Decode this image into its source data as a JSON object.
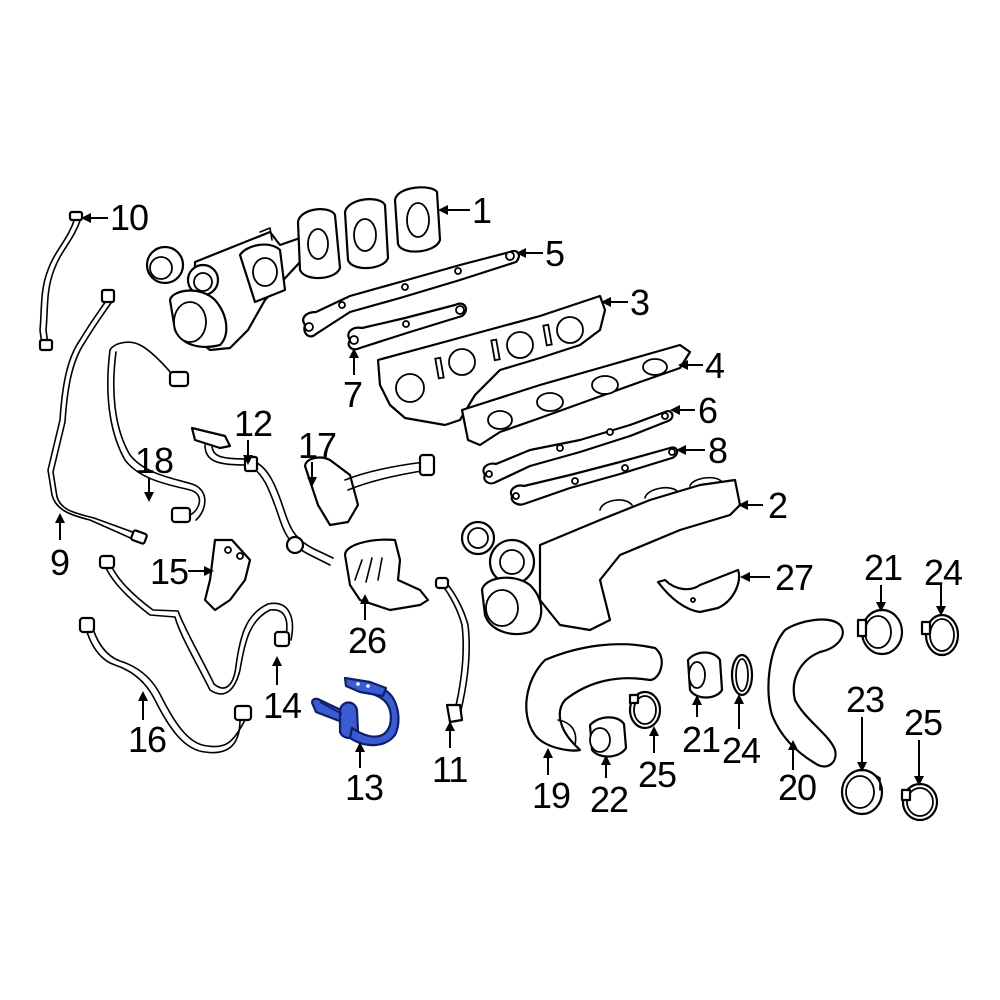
{
  "diagram": {
    "type": "exploded-parts-diagram",
    "highlight_color": "#3a5bd1",
    "highlighted_part": "13",
    "callouts": [
      {
        "id": "c1",
        "label": "1"
      },
      {
        "id": "c2",
        "label": "2"
      },
      {
        "id": "c3",
        "label": "3"
      },
      {
        "id": "c4",
        "label": "4"
      },
      {
        "id": "c5",
        "label": "5"
      },
      {
        "id": "c6",
        "label": "6"
      },
      {
        "id": "c7",
        "label": "7"
      },
      {
        "id": "c8",
        "label": "8"
      },
      {
        "id": "c9",
        "label": "9"
      },
      {
        "id": "c10",
        "label": "10"
      },
      {
        "id": "c11",
        "label": "11"
      },
      {
        "id": "c12",
        "label": "12"
      },
      {
        "id": "c13",
        "label": "13"
      },
      {
        "id": "c14",
        "label": "14"
      },
      {
        "id": "c15",
        "label": "15"
      },
      {
        "id": "c16",
        "label": "16"
      },
      {
        "id": "c17",
        "label": "17"
      },
      {
        "id": "c18",
        "label": "18"
      },
      {
        "id": "c19",
        "label": "19"
      },
      {
        "id": "c20",
        "label": "20"
      },
      {
        "id": "c21a",
        "label": "21"
      },
      {
        "id": "c21b",
        "label": "21"
      },
      {
        "id": "c22",
        "label": "22"
      },
      {
        "id": "c23",
        "label": "23"
      },
      {
        "id": "c24a",
        "label": "24"
      },
      {
        "id": "c24b",
        "label": "24"
      },
      {
        "id": "c25a",
        "label": "25"
      },
      {
        "id": "c25b",
        "label": "25"
      },
      {
        "id": "c26",
        "label": "26"
      },
      {
        "id": "c27",
        "label": "27"
      }
    ]
  }
}
